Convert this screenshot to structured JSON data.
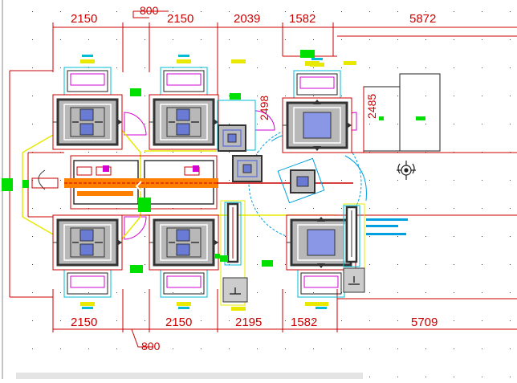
{
  "dimensions": {
    "top": [
      "2150",
      "800",
      "2150",
      "2039",
      "1582",
      "5872"
    ],
    "bottom": [
      "2150",
      "2150",
      "2195",
      "1582",
      "5709",
      "800"
    ],
    "vertical": [
      "2498",
      "2485"
    ]
  },
  "colors": {
    "dimension": "#cc0000",
    "equipment": "#333333",
    "cyan": "#00bcd4",
    "magenta": "#d400d4",
    "yellow": "#e8e800",
    "green": "#00e000",
    "blue": "#6a7bd6",
    "orange": "#ff7f00"
  },
  "icons": [
    "compass-rose-icon",
    "elevator-symbol-icon"
  ]
}
